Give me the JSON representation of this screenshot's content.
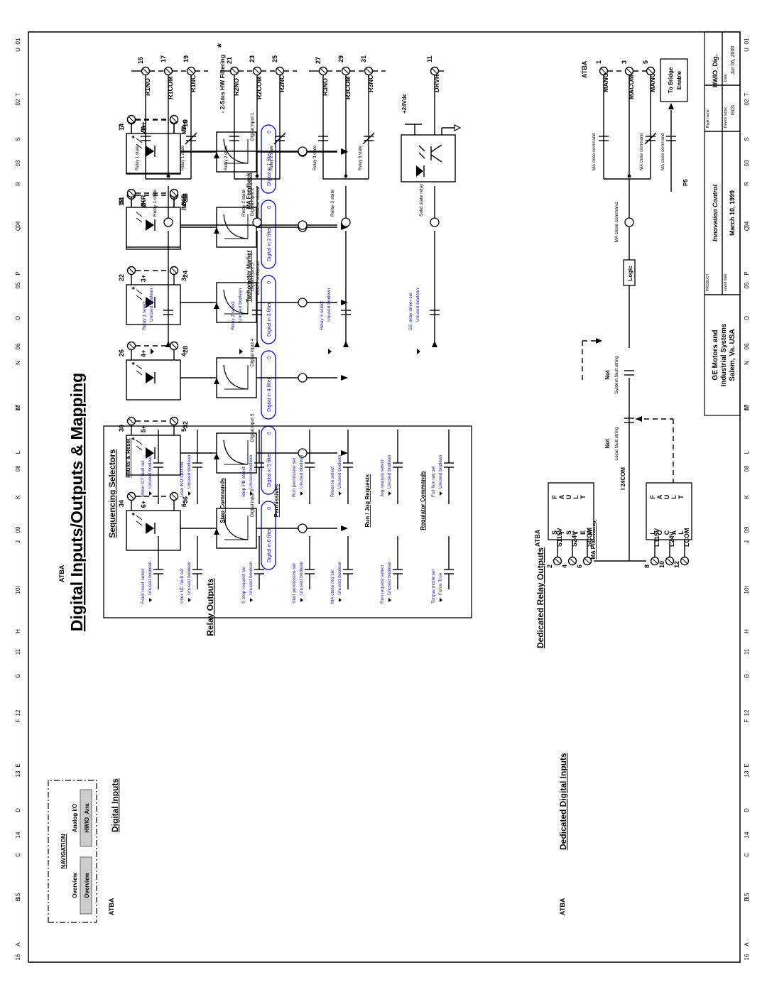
{
  "title": "Digital Inputs/Outputs & Mapping",
  "grid": {
    "letters": [
      "A",
      "B",
      "C",
      "D",
      "E",
      "F",
      "G",
      "H",
      "I",
      "J",
      "K",
      "L",
      "M",
      "N",
      "O",
      "P",
      "Q",
      "R",
      "S",
      "T",
      "U"
    ],
    "numbers": [
      "01",
      "02",
      "03",
      "04",
      "05",
      "06",
      "07",
      "08",
      "09",
      "10",
      "11",
      "12",
      "13",
      "14",
      "15",
      "16"
    ]
  },
  "navigation": {
    "heading": "NAVIGATION",
    "overview_label": "Overview",
    "overview_button": "Overview",
    "analog_label": "Analog I/O",
    "analog_button": "HWIO_Ana"
  },
  "digital_inputs": {
    "heading": "Digital Inputs",
    "atba_label": "ATBA",
    "channels": [
      {
        "pos": "1+",
        "neg": "1-",
        "pin_pos": "14",
        "pin_neg": "16",
        "signal": "Digital input 1",
        "filter": "Digital in 1 filter",
        "value": "0"
      },
      {
        "pos": "2+",
        "neg": "2-",
        "pin_pos": "18",
        "pin_neg": "20",
        "signal": "Digital input 2",
        "filter": "Digital in 2 filter",
        "value": "0"
      },
      {
        "pos": "3+",
        "neg": "3-",
        "pin_pos": "22",
        "pin_neg": "24",
        "signal": "Digital input 3",
        "filter": "Digital in 3 filter",
        "value": "0"
      },
      {
        "pos": "4+",
        "neg": "4-",
        "pin_pos": "26",
        "pin_neg": "28",
        "signal": "Digital input 4",
        "filter": "Digital in 4 filter",
        "value": "0"
      },
      {
        "pos": "5+",
        "neg": "5-",
        "pin_pos": "30",
        "pin_neg": "32",
        "signal": "Digital input 5",
        "filter": "Digital in 5 filter",
        "value": "0"
      },
      {
        "pos": "6+",
        "neg": "6-",
        "pin_pos": "34",
        "pin_neg": "36",
        "signal": "Digital input 6",
        "filter": "Digital in 6 filter",
        "value": "0"
      }
    ]
  },
  "dedicated_inputs": {
    "heading": "Dedicated Digital Inputs",
    "atba_label": "ATBA",
    "ma_feedback": {
      "heading": "MA Feedback",
      "pos": "MA+",
      "neg": "MA-",
      "pin_pos": "7",
      "pin_neg": "9",
      "signal": "MA contactor closed"
    },
    "tach": {
      "heading": "Tachometer Marker",
      "pos": "MKR",
      "neg": "/MKR",
      "pin_pos": "51",
      "pin_neg": "53",
      "signal": "VCO 3 unfiltered"
    },
    "footnote": "- 2-5ms HW Filtering"
  },
  "sequencing": {
    "heading": "Sequencing Selectors",
    "groups": [
      {
        "heading": "Faults & Reset",
        "items": [
          {
            "sel": "Fault reset select",
            "val": "Unused boolean"
          },
          {
            "sel": "Motor OT fault sel",
            "val": "Unused boolean"
          },
          {
            "sel": "User NC fault sel",
            "val": "Unused boolean"
          },
          {
            "sel": "User NO fault sel",
            "val": "Unused boolean"
          }
        ]
      },
      {
        "heading": "Stop Commands",
        "items": [
          {
            "sel": "X stop request sel",
            "val": "Unused boolean"
          },
          {
            "sel": "Stop PB select",
            "val": "Unused boolean"
          }
        ]
      },
      {
        "heading": "Permissives",
        "items": [
          {
            "sel": "Start permissive sel",
            "val": "Unused boolean"
          },
          {
            "sel": "Run permissive sel",
            "val": "Unused boolean"
          },
          {
            "sel": "MA close req sel",
            "val": "Unused boolean"
          },
          {
            "sel": "Reverse select",
            "val": "Unused boolean"
          }
        ]
      },
      {
        "heading": "Run / Jog Requests",
        "items": [
          {
            "sel": "Run request select",
            "val": "Unused boolean"
          },
          {
            "sel": "Jog request select",
            "val": "Unused boolean"
          }
        ]
      },
      {
        "heading": "Regulator Commands",
        "items": [
          {
            "sel": "Torque mode sel",
            "val": "Force True"
          },
          {
            "sel": "Full flux req sel",
            "val": "Unused boolean"
          }
        ]
      }
    ]
  },
  "relay_outputs": {
    "heading": "Relay Outputs",
    "atba_label": "ATBA",
    "relays": [
      {
        "select": "Relay 1 select",
        "value": "Unused boolean",
        "state": "Relay 1 state",
        "no": "R1NO",
        "com": "R1COM",
        "nc": "R1NC",
        "pin_no": "15",
        "pin_com": "17",
        "pin_nc": "19"
      },
      {
        "select": "Relay 2 select",
        "value": "Unused boolean",
        "state": "Relay 2 state",
        "no": "R2NO",
        "com": "R2COM",
        "nc": "R2NC",
        "pin_no": "21",
        "pin_com": "23",
        "pin_nc": "25"
      },
      {
        "select": "Relay 3 select",
        "value": "Unused boolean",
        "state": "Relay 3 state",
        "no": "R3NO",
        "com": "R3COM",
        "nc": "R3NC",
        "pin_no": "27",
        "pin_com": "29",
        "pin_nc": "31"
      }
    ],
    "ss": {
      "select": "SS relay driver sel",
      "value": "Unused boolean",
      "state": "Solid state relay",
      "supply": "+24Vdc",
      "pin": "11",
      "label": "DRVR"
    }
  },
  "dedicated_relay": {
    "heading": "Dedicated Relay Outputs",
    "pilot_heading": "MA Pilot Relay",
    "atba_label": "ATBA",
    "logic": "Logic",
    "command": "MA close command",
    "contacts": [
      {
        "label": "MANO",
        "pin": "1",
        "pin2": "3"
      },
      {
        "label": "MACOM",
        "pin": "5"
      },
      {
        "label": "MANC"
      }
    ],
    "p5": "P5",
    "bridge": [
      "To Bridge",
      "Enable"
    ],
    "not1": "Not",
    "not1_sub": "System fault string",
    "not2": "Not",
    "not2_sub": "Local fault string",
    "com24": "I 24COM",
    "sys_block": {
      "letters": [
        "S",
        "Y",
        "S",
        "T",
        "E",
        "M",
        "F",
        "A",
        "U",
        "L",
        "T"
      ],
      "pins": [
        {
          "p": "2",
          "l": "S115V"
        },
        {
          "p": "4",
          "l": "S24V"
        },
        {
          "p": "6",
          "l": "SCOM"
        }
      ]
    },
    "loc_block": {
      "letters": [
        "L",
        "O",
        "C",
        "A",
        "L",
        "F",
        "A",
        "U",
        "L",
        "T"
      ],
      "pins": [
        {
          "p": "8",
          "l": "L115V"
        },
        {
          "p": "10",
          "l": "L24V"
        },
        {
          "p": "12",
          "l": "LCOM"
        }
      ]
    }
  },
  "title_block": {
    "company": [
      "GE Motors and",
      "Industrial Systems",
      "Salem, Va. USA"
    ],
    "product_label": "PRODUCT:",
    "product": "Innovation Control",
    "saved_label": "saved date:",
    "saved": "March 10, 1999",
    "page_label": "Page name:",
    "page": "HWIO_Dig.",
    "device_label": "Device name:",
    "device": "ISD1",
    "date_label": "Date:",
    "date": "Jun 06, 2000"
  },
  "icons": {
    "terminal": "terminal-circle-icon",
    "optocoupler": "optocoupler-icon",
    "filter": "filter-curve-icon",
    "contact": "contact-icon",
    "arrow": "arrow-icon"
  }
}
